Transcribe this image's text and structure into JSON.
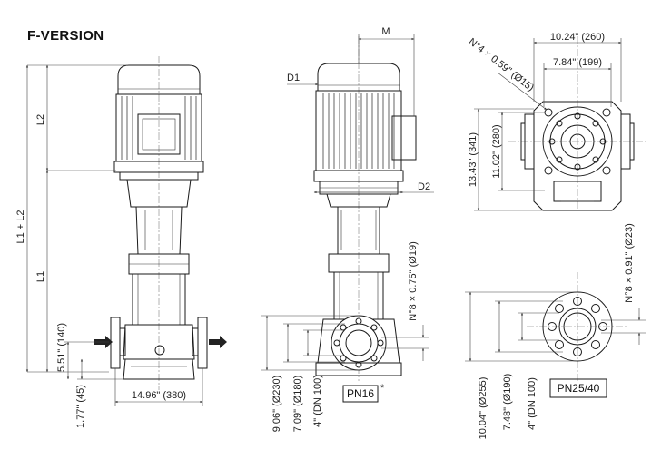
{
  "title": "F-VERSION",
  "labels": {
    "m": "M",
    "d1": "D1",
    "d2": "D2",
    "l2": "L2",
    "l1l2": "L1 + L2",
    "l1": "L1",
    "dim_140": "5.51\" (140)",
    "dim_45": "1.77\" (45)",
    "dim_380": "14.96\" (380)",
    "dim_230": "9.06\" (Ø230)",
    "dim_180": "7.09\" (Ø180)",
    "dim_dn100_a": "4\" (DN 100)",
    "bolts_pn16": "N°8 × 0.75\" (Ø19)",
    "pn16": "PN16",
    "pn16_mark": "*",
    "base_holes": "N°4 × 0.59\" (Ø15)",
    "dim_260": "10.24\" (260)",
    "dim_199": "7.84\" (199)",
    "dim_341": "13.43\" (341)",
    "dim_280": "11.02\" (280)",
    "bolts_pn25": "N°8 × 0.91\" (Ø23)",
    "dim_255": "10.04\" (Ø255)",
    "dim_190": "7.48\" (Ø190)",
    "dim_dn100_b": "4\" (DN 100)",
    "pn2540": "PN25/40"
  },
  "icons": {
    "flow_arrow_in": "flow-arrow-right-icon",
    "flow_arrow_out": "flow-arrow-right-icon"
  }
}
